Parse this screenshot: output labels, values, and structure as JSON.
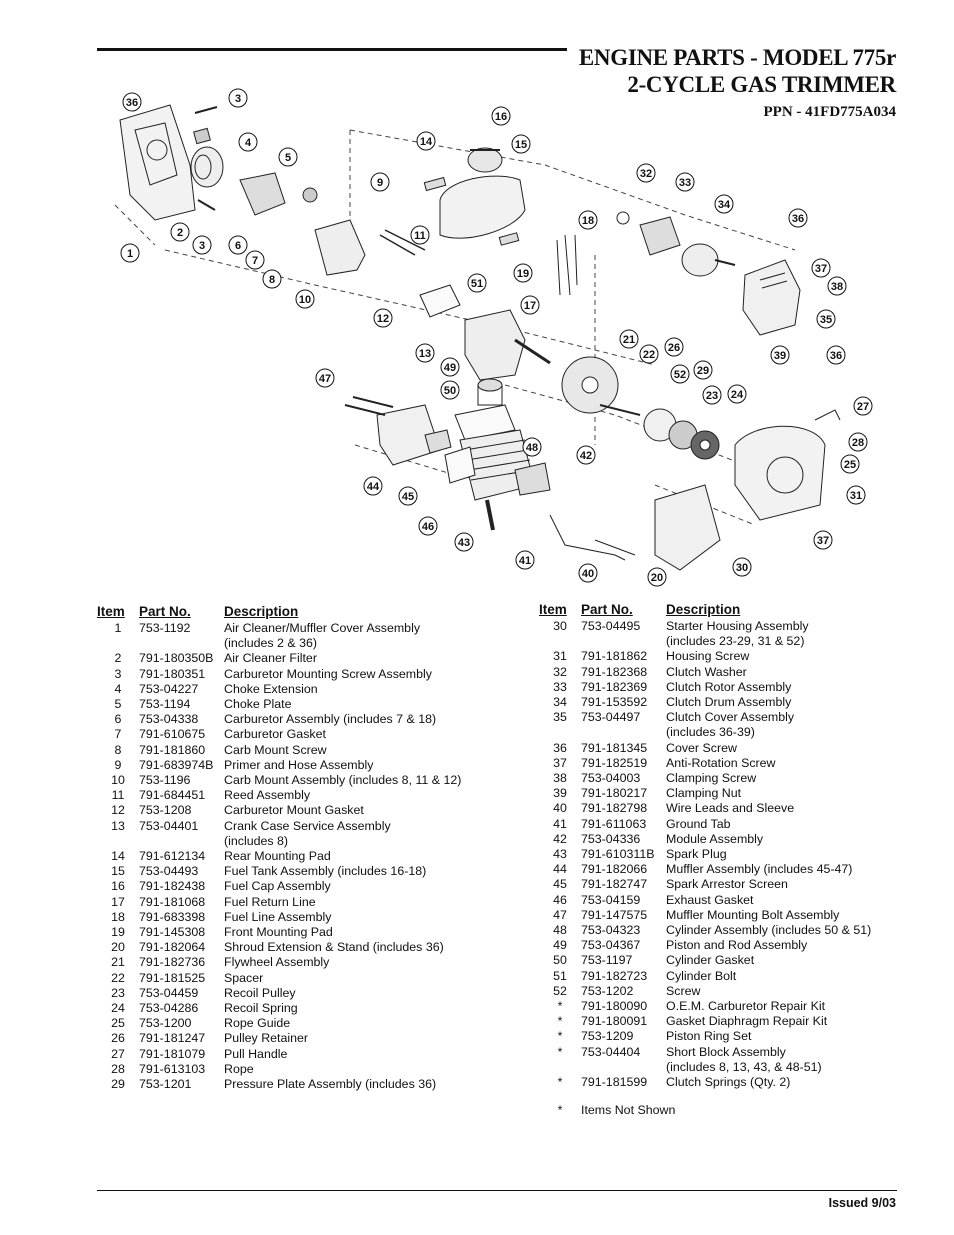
{
  "header": {
    "title_line1": "ENGINE PARTS - MODEL 775r",
    "title_line2": "2-CYCLE GAS TRIMMER",
    "ppn": "PPN - 41FD775A034"
  },
  "diagram": {
    "callouts": [
      "36",
      "3",
      "4",
      "5",
      "1",
      "2",
      "3",
      "6",
      "7",
      "8",
      "9",
      "10",
      "11",
      "12",
      "13",
      "14",
      "15",
      "16",
      "18",
      "19",
      "17",
      "51",
      "49",
      "50",
      "47",
      "44",
      "45",
      "46",
      "43",
      "48",
      "42",
      "41",
      "40",
      "32",
      "33",
      "34",
      "36",
      "37",
      "38",
      "35",
      "39",
      "36",
      "21",
      "22",
      "26",
      "52",
      "29",
      "23",
      "24",
      "27",
      "28",
      "25",
      "31",
      "30",
      "37",
      "20"
    ]
  },
  "table_headers": {
    "item": "Item",
    "part_no": "Part No.",
    "description": "Description"
  },
  "parts_left": [
    {
      "item": "1",
      "part": "753-1192",
      "desc": "Air Cleaner/Muffler Cover Assembly",
      "desc2": "(includes 2 & 36)"
    },
    {
      "item": "2",
      "part": "791-180350B",
      "desc": "Air Cleaner Filter"
    },
    {
      "item": "3",
      "part": "791-180351",
      "desc": "Carburetor Mounting Screw Assembly"
    },
    {
      "item": "4",
      "part": "753-04227",
      "desc": "Choke Extension"
    },
    {
      "item": "5",
      "part": "753-1194",
      "desc": "Choke Plate"
    },
    {
      "item": "6",
      "part": "753-04338",
      "desc": "Carburetor Assembly  (includes 7 & 18)"
    },
    {
      "item": "7",
      "part": "791-610675",
      "desc": "Carburetor Gasket"
    },
    {
      "item": "8",
      "part": "791-181860",
      "desc": "Carb Mount Screw"
    },
    {
      "item": "9",
      "part": "791-683974B",
      "desc": "Primer and Hose Assembly"
    },
    {
      "item": "10",
      "part": "753-1196",
      "desc": "Carb Mount Assembly (includes 8, 11 & 12)"
    },
    {
      "item": "11",
      "part": "791-684451",
      "desc": "Reed Assembly"
    },
    {
      "item": "12",
      "part": "753-1208",
      "desc": "Carburetor Mount Gasket"
    },
    {
      "item": "13",
      "part": "753-04401",
      "desc": "Crank Case Service Assembly",
      "desc2": "(includes 8)"
    },
    {
      "item": "14",
      "part": "791-612134",
      "desc": "Rear Mounting Pad"
    },
    {
      "item": "15",
      "part": "753-04493",
      "desc": "Fuel Tank Assembly (includes 16-18)"
    },
    {
      "item": "16",
      "part": "791-182438",
      "desc": "Fuel Cap Assembly"
    },
    {
      "item": "17",
      "part": "791-181068",
      "desc": "Fuel Return Line"
    },
    {
      "item": "18",
      "part": "791-683398",
      "desc": "Fuel Line Assembly"
    },
    {
      "item": "19",
      "part": "791-145308",
      "desc": "Front Mounting Pad"
    },
    {
      "item": "20",
      "part": "791-182064",
      "desc": "Shroud Extension & Stand (includes 36)"
    },
    {
      "item": "21",
      "part": "791-182736",
      "desc": "Flywheel Assembly"
    },
    {
      "item": "22",
      "part": "791-181525",
      "desc": "Spacer"
    },
    {
      "item": "23",
      "part": "753-04459",
      "desc": "Recoil Pulley"
    },
    {
      "item": "24",
      "part": "753-04286",
      "desc": "Recoil Spring"
    },
    {
      "item": "25",
      "part": "753-1200",
      "desc": "Rope Guide"
    },
    {
      "item": "26",
      "part": "791-181247",
      "desc": "Pulley Retainer"
    },
    {
      "item": "27",
      "part": "791-181079",
      "desc": "Pull Handle"
    },
    {
      "item": "28",
      "part": "791-613103",
      "desc": "Rope"
    },
    {
      "item": "29",
      "part": "753-1201",
      "desc": "Pressure Plate Assembly (includes 36)"
    }
  ],
  "parts_right": [
    {
      "item": "30",
      "part": "753-04495",
      "desc": "Starter Housing Assembly",
      "desc2": "(includes 23-29, 31 & 52)"
    },
    {
      "item": "31",
      "part": "791-181862",
      "desc": "Housing Screw"
    },
    {
      "item": "32",
      "part": "791-182368",
      "desc": "Clutch Washer"
    },
    {
      "item": "33",
      "part": "791-182369",
      "desc": "Clutch Rotor Assembly"
    },
    {
      "item": "34",
      "part": "791-153592",
      "desc": "Clutch Drum Assembly"
    },
    {
      "item": "35",
      "part": "753-04497",
      "desc": "Clutch Cover Assembly",
      "desc2": "(includes 36-39)"
    },
    {
      "item": "36",
      "part": "791-181345",
      "desc": "Cover Screw"
    },
    {
      "item": "37",
      "part": "791-182519",
      "desc": "Anti-Rotation Screw"
    },
    {
      "item": "38",
      "part": "753-04003",
      "desc": "Clamping Screw"
    },
    {
      "item": "39",
      "part": "791-180217",
      "desc": "Clamping Nut"
    },
    {
      "item": "40",
      "part": "791-182798",
      "desc": "Wire Leads and Sleeve"
    },
    {
      "item": "41",
      "part": "791-611063",
      "desc": "Ground Tab"
    },
    {
      "item": "42",
      "part": "753-04336",
      "desc": "Module Assembly"
    },
    {
      "item": "43",
      "part": "791-610311B",
      "desc": "Spark Plug"
    },
    {
      "item": "44",
      "part": "791-182066",
      "desc": "Muffler Assembly (includes 45-47)"
    },
    {
      "item": "45",
      "part": "791-182747",
      "desc": "Spark Arrestor Screen"
    },
    {
      "item": "46",
      "part": "753-04159",
      "desc": "Exhaust Gasket"
    },
    {
      "item": "47",
      "part": "791-147575",
      "desc": "Muffler Mounting Bolt Assembly"
    },
    {
      "item": "48",
      "part": "753-04323",
      "desc": "Cylinder Assembly (includes 50 & 51)"
    },
    {
      "item": "49",
      "part": "753-04367",
      "desc": "Piston and Rod Assembly"
    },
    {
      "item": "50",
      "part": "753-1197",
      "desc": "Cylinder Gasket"
    },
    {
      "item": "51",
      "part": "791-182723",
      "desc": "Cylinder Bolt"
    },
    {
      "item": "52",
      "part": "753-1202",
      "desc": "Screw"
    },
    {
      "item": "*",
      "part": "791-180090",
      "desc": "O.E.M. Carburetor Repair Kit"
    },
    {
      "item": "*",
      "part": "791-180091",
      "desc": "Gasket Diaphragm Repair Kit"
    },
    {
      "item": "*",
      "part": "753-1209",
      "desc": "Piston Ring Set"
    },
    {
      "item": "*",
      "part": "753-04404",
      "desc": "Short Block Assembly",
      "desc2": "(includes 8, 13, 43, & 48-51)"
    },
    {
      "item": "*",
      "part": "791-181599",
      "desc": "Clutch Springs (Qty. 2)"
    }
  ],
  "note": {
    "star": "*",
    "text": "Items Not Shown"
  },
  "footer": {
    "issued": "Issued 9/03"
  }
}
